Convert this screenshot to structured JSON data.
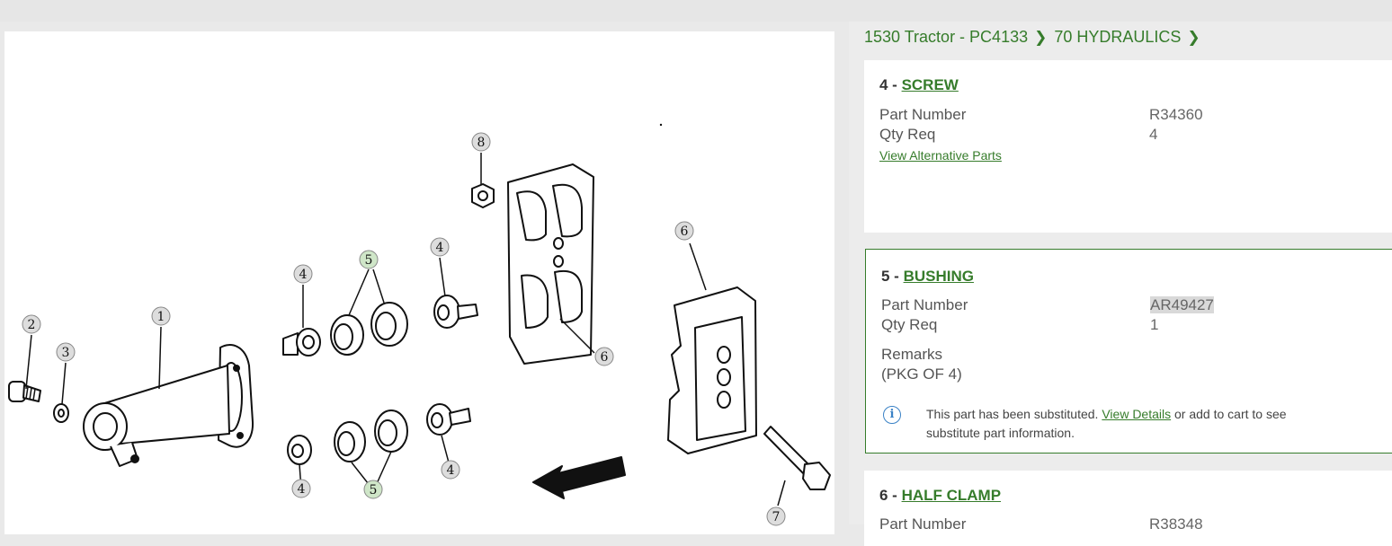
{
  "breadcrumb": {
    "items": [
      "1530 Tractor - PC4133",
      "70 HYDRAULICS"
    ]
  },
  "diagram": {
    "callouts": [
      "1",
      "2",
      "3",
      "4",
      "4",
      "4",
      "4",
      "5",
      "5",
      "6",
      "6",
      "7",
      "8"
    ]
  },
  "parts": [
    {
      "index": "4 - ",
      "name": "SCREW",
      "part_number_label": "Part Number",
      "part_number": "R34360",
      "qty_label": "Qty Req",
      "qty": "4",
      "alt_link": "View Alternative Parts"
    },
    {
      "index": "5 - ",
      "name": "BUSHING",
      "part_number_label": "Part Number",
      "part_number": "AR49427",
      "qty_label": "Qty Req",
      "qty": "1",
      "remarks_label": "Remarks",
      "remarks": "(PKG OF 4)",
      "notice_prefix": "This part has been substituted. ",
      "notice_link": "View Details",
      "notice_suffix": " or add to cart to see substitute part information."
    },
    {
      "index": "6 - ",
      "name": "HALF CLAMP",
      "part_number_label": "Part Number",
      "part_number": "R38348"
    }
  ],
  "colors": {
    "brand_green": "#367c2b",
    "callout_green": "#cfe6c8",
    "callout_gray": "#dddddd",
    "info_blue": "#3b82c6"
  },
  "icons": [
    "chevron-right-icon",
    "info-icon",
    "direction-arrow-icon"
  ]
}
